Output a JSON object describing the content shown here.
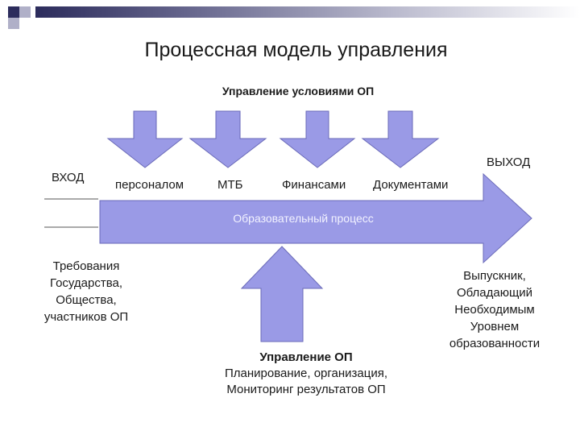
{
  "title": "Процессная модель управления",
  "top_heading": "Управление условиями ОП",
  "input_label": "ВХОД",
  "output_label": "ВЫХОД",
  "resources": [
    "персоналом",
    "МТБ",
    "Финансами",
    "Документами"
  ],
  "process_label": "Образовательный процесс",
  "requirements": [
    "Требования",
    "Государства,",
    "Общества,",
    "участников ОП"
  ],
  "graduate": [
    "Выпускник,",
    "Обладающий",
    "Необходимым",
    "Уровнем",
    "образованности"
  ],
  "bottom": {
    "heading": "Управление ОП",
    "lines": [
      "Планирование, организация,",
      "Мониторинг результатов ОП"
    ]
  },
  "colors": {
    "arrow_fill": "#9a9ae6",
    "arrow_stroke": "#6a6ab8",
    "process_text": "#f2f2ff"
  }
}
